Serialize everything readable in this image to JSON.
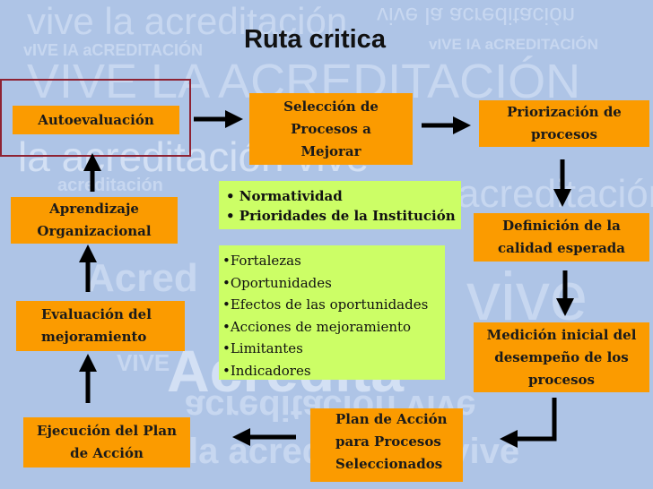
{
  "title": "Ruta critica",
  "watermark": {
    "lines": [
      "vive la acreditación",
      "vIVE IA aCREDITACIÓN",
      "VIVE LA ACREDITACIÓN",
      "la acreditación vive",
      "acreditación",
      "Acred",
      "VIVE",
      "vive",
      "Acredita",
      "acreditación vive"
    ]
  },
  "boxes": {
    "autoevaluacion": "Autoevaluación",
    "seleccion": [
      "Selección de",
      "Procesos a",
      "Mejorar"
    ],
    "priorizacion": [
      "Priorización de",
      "procesos"
    ],
    "definicion": [
      "Definición de la",
      "calidad esperada"
    ],
    "medicion": [
      "Medición inicial del",
      "desempeño de los",
      "procesos"
    ],
    "plan": [
      "Plan de Acción",
      "para Procesos",
      "Seleccionados"
    ],
    "ejecucion": [
      "Ejecución del Plan",
      "de Acción"
    ],
    "evaluacion": [
      "Evaluación del",
      "mejoramiento"
    ],
    "aprendizaje": [
      "Aprendizaje",
      "Organizacional"
    ]
  },
  "green_top": [
    "• Normatividad",
    "• Prioridades de la Institución"
  ],
  "green_bottom": [
    "•Fortalezas",
    "•Oportunidades",
    "•Efectos de las oportunidades",
    "•Acciones de mejoramiento",
    "•Limitantes",
    "•Indicadores"
  ],
  "colors": {
    "background": "#aec4e6",
    "box": "#fb9b00",
    "green": "#ccfe66",
    "highlight": "#8e2233",
    "arrow": "#000000"
  }
}
